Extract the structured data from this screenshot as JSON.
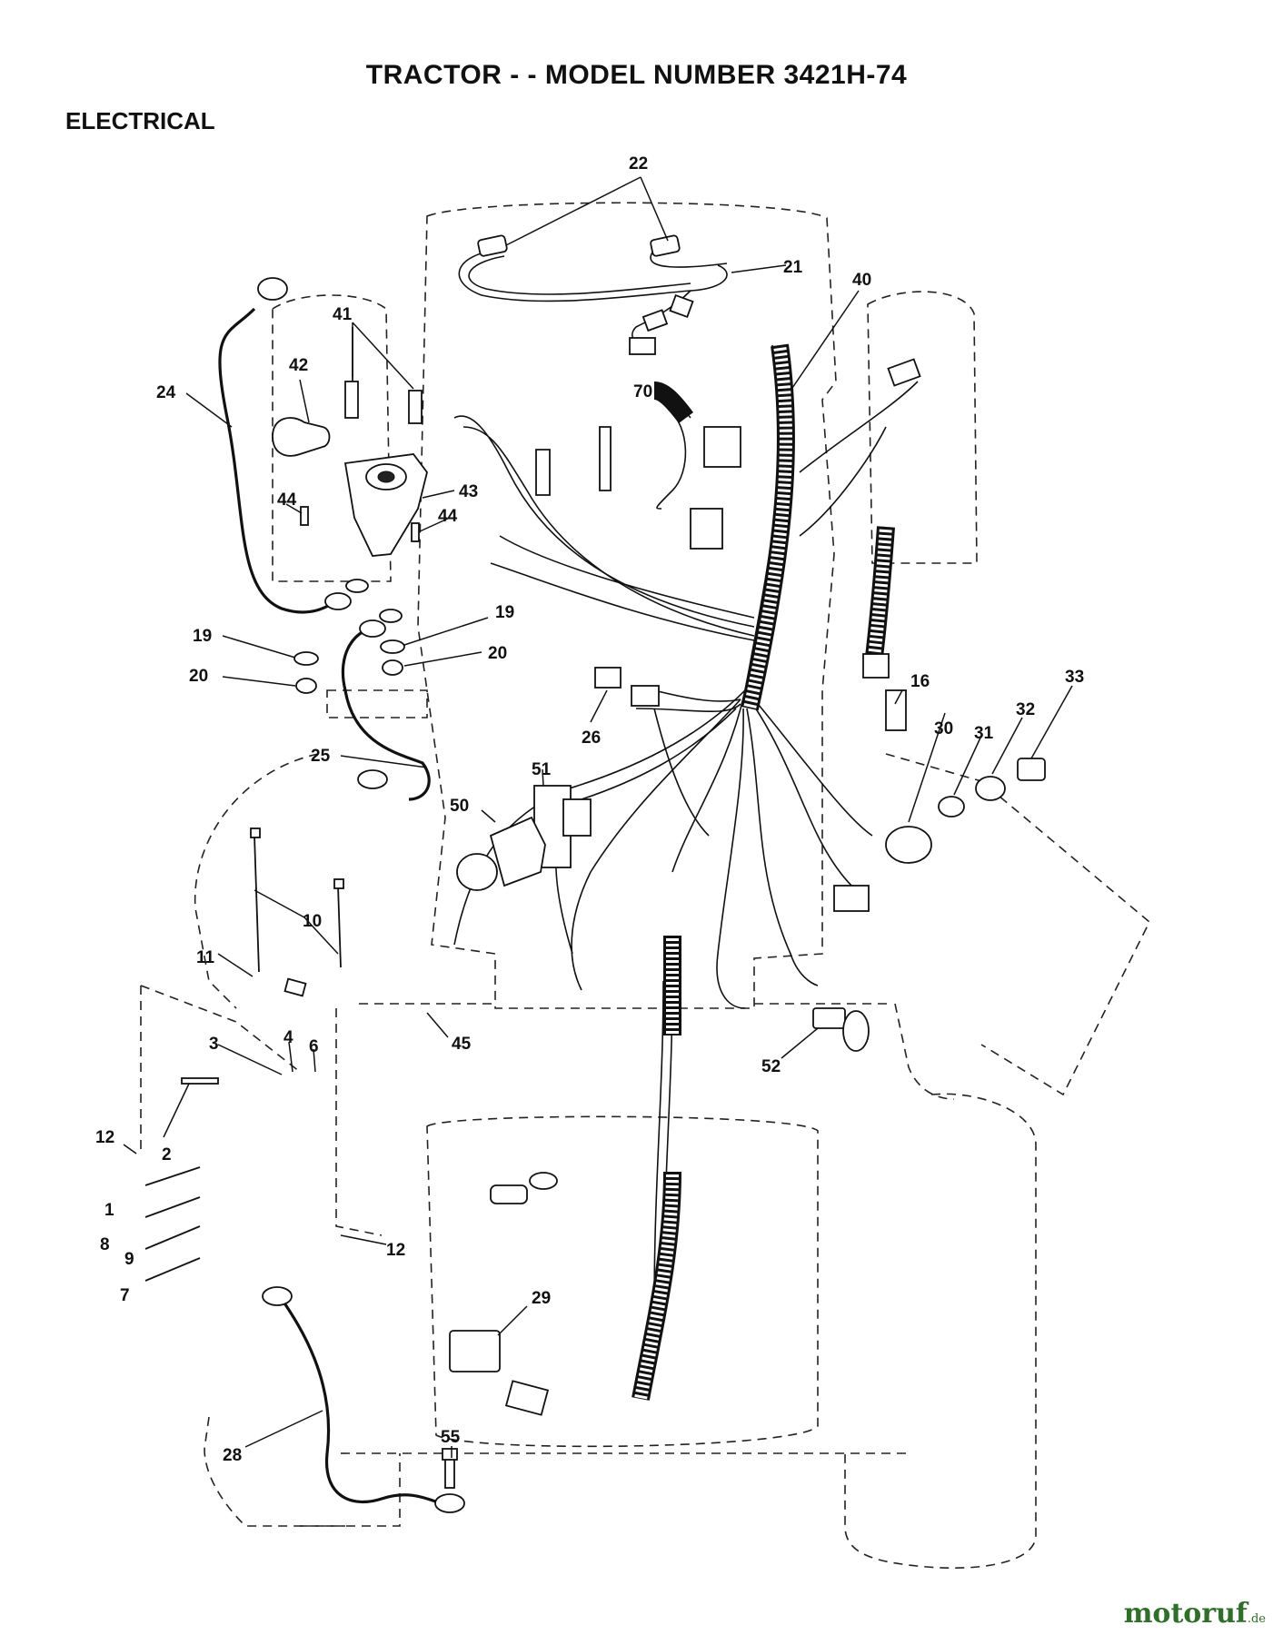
{
  "header": {
    "title": "TRACTOR - - MODEL NUMBER 3421H-74",
    "section": "ELECTRICAL"
  },
  "callouts": {
    "c1": "1",
    "c2": "2",
    "c3": "3",
    "c4": "4",
    "c6": "6",
    "c7": "7",
    "c8": "8",
    "c9": "9",
    "c10": "10",
    "c11": "11",
    "c12a": "12",
    "c12b": "12",
    "c16": "16",
    "c19a": "19",
    "c19b": "19",
    "c20a": "20",
    "c20b": "20",
    "c21": "21",
    "c22": "22",
    "c24": "24",
    "c25": "25",
    "c26": "26",
    "c28": "28",
    "c29": "29",
    "c30": "30",
    "c31": "31",
    "c32": "32",
    "c33": "33",
    "c40": "40",
    "c41": "41",
    "c42": "42",
    "c43": "43",
    "c44a": "44",
    "c44b": "44",
    "c45": "45",
    "c50": "50",
    "c51": "51",
    "c52": "52",
    "c55": "55",
    "c70": "70"
  },
  "watermark": {
    "brand": "motoruf",
    "tld": ".de"
  }
}
